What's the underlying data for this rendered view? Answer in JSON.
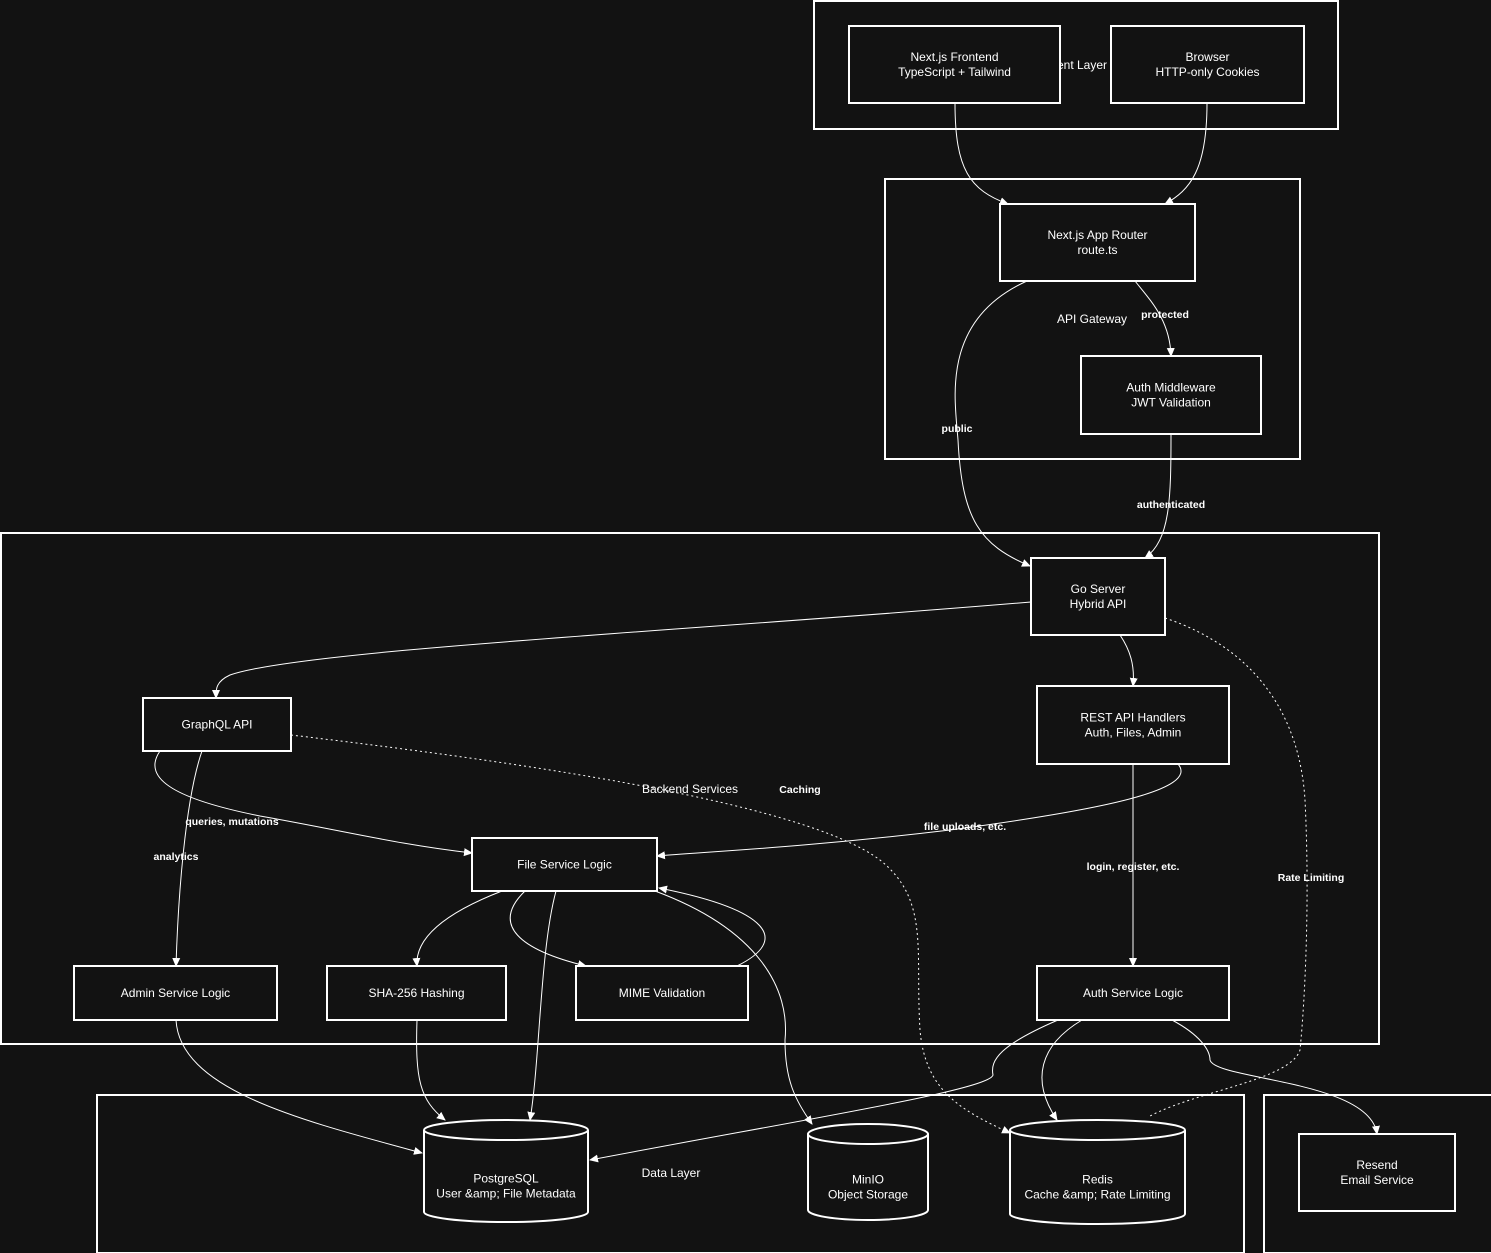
{
  "clusters": {
    "client": "ent Layer",
    "gateway": "API Gateway",
    "backend": "Backend Services",
    "data": "Data Layer"
  },
  "nodes": {
    "frontend": [
      "Next.js Frontend",
      "TypeScript + Tailwind"
    ],
    "browser": [
      "Browser",
      "HTTP-only Cookies"
    ],
    "router": [
      "Next.js App Router",
      "route.ts"
    ],
    "authmw": [
      "Auth Middleware",
      "JWT Validation"
    ],
    "goserver": [
      "Go Server",
      "Hybrid API"
    ],
    "graphql": [
      "GraphQL API"
    ],
    "rest": [
      "REST API Handlers",
      "Auth, Files, Admin"
    ],
    "fileservice": [
      "File Service Logic"
    ],
    "admin": [
      "Admin Service Logic"
    ],
    "sha": [
      "SHA-256 Hashing"
    ],
    "mime": [
      "MIME Validation"
    ],
    "authsvc": [
      "Auth Service Logic"
    ],
    "postgres": [
      "PostgreSQL",
      "User &amp; File Metadata"
    ],
    "minio": [
      "MinIO",
      "Object Storage"
    ],
    "redis": [
      "Redis",
      "Cache &amp; Rate Limiting"
    ],
    "resend": [
      "Resend",
      "Email Service"
    ]
  },
  "edge_labels": {
    "protected": "protected",
    "public": "public",
    "authenticated": "authenticated",
    "queries": "queries, mutations",
    "analytics": "analytics",
    "file_uploads": "file uploads, etc.",
    "login": "login, register, etc.",
    "caching": "Caching",
    "rate_limiting": "Rate Limiting"
  },
  "colors": {
    "background": "#121212",
    "stroke": "#ffffff"
  }
}
